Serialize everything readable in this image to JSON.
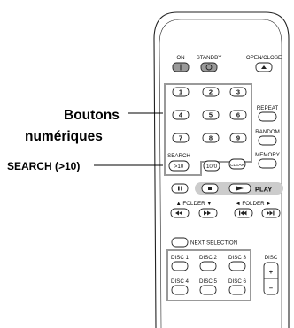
{
  "callouts": {
    "numeric_line1": "Boutons",
    "numeric_line2": "numériques",
    "search": "SEARCH (>10)"
  },
  "remote": {
    "on": "ON",
    "standby": "STANDBY",
    "open_close": "OPEN/CLOSE",
    "repeat": "REPEAT",
    "random": "RANDOM",
    "memory": "MEMORY",
    "search": "SEARCH",
    "search_key": ">10",
    "ten_zero": "10/0",
    "clear": "CLEAR",
    "play": "PLAY",
    "folder_a": "▲ FOLDER ▼",
    "folder_b": "◄ FOLDER ►",
    "next_selection": "NEXT SELECTION",
    "disc": "DISC",
    "digits": [
      "1",
      "2",
      "3",
      "4",
      "5",
      "6",
      "7",
      "8",
      "9"
    ],
    "discs": [
      "DISC 1",
      "DISC 2",
      "DISC 3",
      "DISC 4",
      "DISC 5",
      "DISC 6"
    ]
  }
}
